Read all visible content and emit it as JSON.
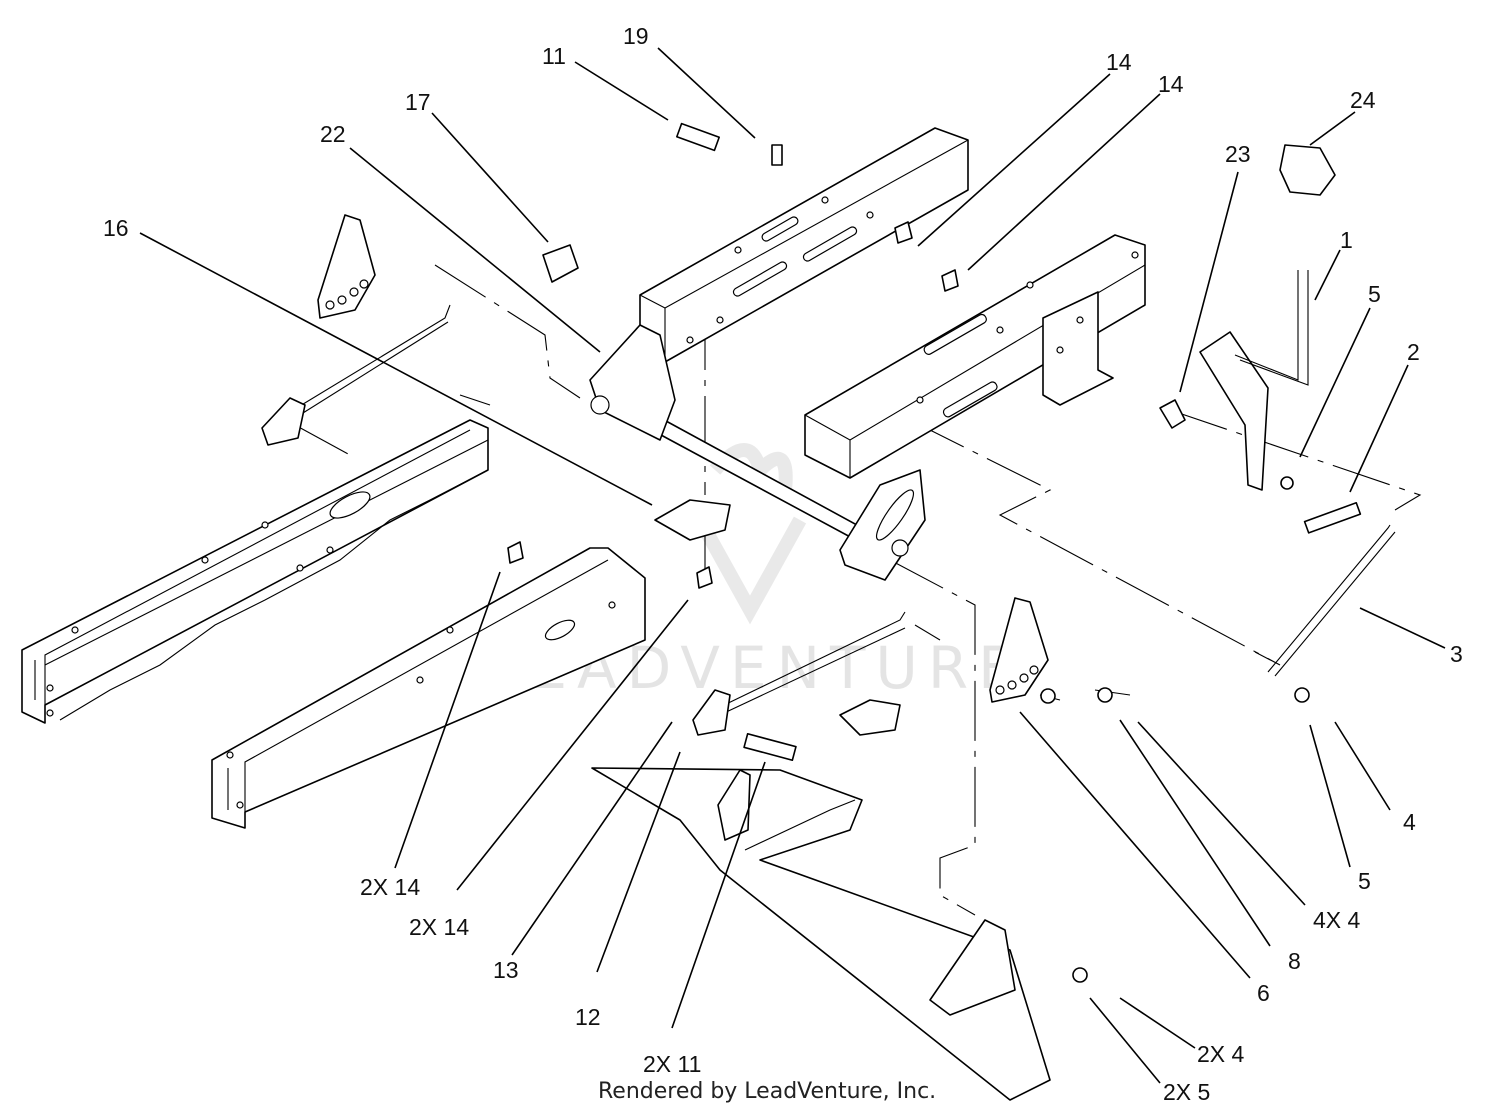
{
  "footer": {
    "credit": "Rendered by LeadVenture, Inc."
  },
  "watermark": {
    "text": "LEADVENTURE",
    "icon": "leadventure-logo-icon"
  },
  "callouts": [
    {
      "id": "c1",
      "text": "11"
    },
    {
      "id": "c2",
      "text": "19"
    },
    {
      "id": "c3",
      "text": "17"
    },
    {
      "id": "c4",
      "text": "22"
    },
    {
      "id": "c5",
      "text": "16"
    },
    {
      "id": "c6",
      "text": "14"
    },
    {
      "id": "c7",
      "text": "14"
    },
    {
      "id": "c8",
      "text": "24"
    },
    {
      "id": "c9",
      "text": "23"
    },
    {
      "id": "c10",
      "text": "1"
    },
    {
      "id": "c11",
      "text": "5"
    },
    {
      "id": "c12",
      "text": "2"
    },
    {
      "id": "c13",
      "text": "3"
    },
    {
      "id": "c14",
      "text": "4"
    },
    {
      "id": "c15",
      "text": "5"
    },
    {
      "id": "c16",
      "text": "4X 4"
    },
    {
      "id": "c17",
      "text": "8"
    },
    {
      "id": "c18",
      "text": "6"
    },
    {
      "id": "c19",
      "text": "2X 4"
    },
    {
      "id": "c20",
      "text": "2X 5"
    },
    {
      "id": "c21",
      "text": "2X 11"
    },
    {
      "id": "c22",
      "text": "12"
    },
    {
      "id": "c23",
      "text": "13"
    },
    {
      "id": "c24",
      "text": "2X 14"
    },
    {
      "id": "c25",
      "text": "2X 14"
    }
  ]
}
